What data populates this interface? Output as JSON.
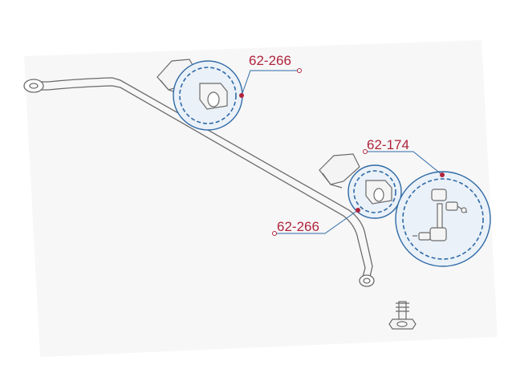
{
  "colors": {
    "label": "#b0233c",
    "ring": "#2f6aa6",
    "ring_fill": "#eaf1f8",
    "line_art": "#6b6b6b",
    "part_fill": "#f4f4f4",
    "background_shape": "#f6f6f6"
  },
  "callouts": [
    {
      "id": "upper-bushing",
      "part_number": "62-266"
    },
    {
      "id": "end-link",
      "part_number": "62-174"
    },
    {
      "id": "lower-bushing",
      "part_number": "62-266"
    }
  ]
}
